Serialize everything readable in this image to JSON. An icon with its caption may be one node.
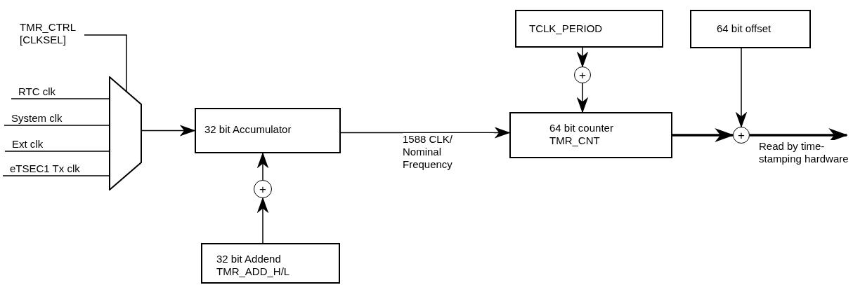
{
  "diagram": {
    "nodes": [
      {
        "text": [],
        "shape": "trapezoid"
      },
      {
        "text": [
          "32 bit Accumulator"
        ]
      },
      {
        "text": [
          "+"
        ]
      },
      {
        "text": [
          "32 bit Addend",
          "TMR_ADD_H/L"
        ]
      },
      {
        "text": [
          "TCLK_PERIOD"
        ]
      },
      {
        "text": [
          "+"
        ]
      },
      {
        "text": [
          "64 bit counter",
          "TMR_CNT"
        ]
      },
      {
        "text": [
          "64 bit offset"
        ]
      },
      {
        "text": [
          "+"
        ]
      },
      {
        "text": [
          "TMR_CTRL [CLKSEL]"
        ]
      },
      {
        "text": [
          "RTC clk"
        ]
      },
      {
        "text": [
          "System clk"
        ]
      },
      {
        "text": [
          "Ext clk"
        ]
      },
      {
        "text": [
          "eTSEC1 Tx clk"
        ]
      }
    ],
    "edges": [
      {
        "from": 9,
        "to": 0,
        "arrow": "none"
      },
      {
        "from": 10,
        "to": 0,
        "arrow": "none"
      },
      {
        "from": 11,
        "to": 0,
        "arrow": "none"
      },
      {
        "from": 12,
        "to": 0,
        "arrow": "none"
      },
      {
        "from": 13,
        "to": 0,
        "arrow": "none"
      },
      {
        "from": 0,
        "to": 1,
        "arrow": "to"
      },
      {
        "from": 3,
        "to": 2,
        "arrow": "to"
      },
      {
        "from": 2,
        "to": 1,
        "arrow": "to"
      },
      {
        "from": 1,
        "to": 6,
        "arrow": "to",
        "label": "1588 CLK/ Nominal Frequency"
      },
      {
        "from": 4,
        "to": 5,
        "arrow": "to"
      },
      {
        "from": 5,
        "to": 6,
        "arrow": "to"
      },
      {
        "from": 6,
        "to": 8,
        "arrow": "to",
        "style": "thick"
      },
      {
        "from": 7,
        "to": 8,
        "arrow": "to"
      },
      {
        "from": 8,
        "to": null,
        "arrow": "to",
        "style": "thick",
        "label": "Read by time-stamping hardware"
      }
    ]
  }
}
